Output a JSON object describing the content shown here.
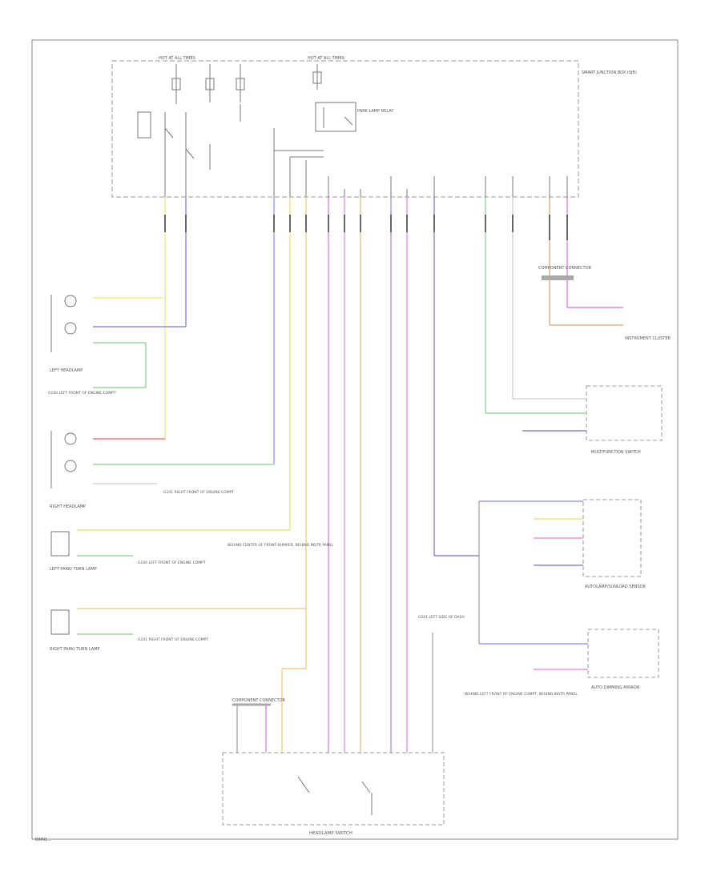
{
  "diagram": {
    "footer_code": "BWN1...",
    "switch_title": "HEADLAMP SWITCH",
    "labels": {
      "top_left_fuse": "HOT AT ALL TIMES",
      "top_mid_fuse": "HOT AT ALL TIMES",
      "bcm_side": "SMART JUNCTION BOX (SJB)",
      "relay_inner": "PARK LAMP RELAY",
      "left_headlamp": "LEFT HEADLAMP",
      "right_headlamp": "RIGHT HEADLAMP",
      "left_park": "LEFT PARK/ TURN LAMP",
      "right_park": "RIGHT PARK/ TURN LAMP",
      "left_ground": "G100 LEFT FRONT OF ENGINE COMPT",
      "right_ground": "G101 RIGHT FRONT OF ENGINE COMPT",
      "ground_park_l": "G100 LEFT FRONT OF ENGINE COMPT",
      "ground_park_r": "G101 RIGHT FRONT OF ENGINE COMPT",
      "splice_note_left": "BEHIND CENTER OF FRONT BUMPER, BEHIND INSTR PANEL",
      "splice_note_right": "BEHIND LEFT FRONT OF ENGINE COMPT, BEHIND INSTR PANEL",
      "cluster": "INSTRUMENT CLUSTER",
      "cluster_conn": "COMPONENT CONNECTOR",
      "multifunction": "MULTIFUNCTION SWITCH",
      "autolamp": "AUTOLAMP/SUNLOAD SENSOR",
      "autolamp_note": "AUTO DIMMING MIRROR",
      "ground_left_mid": "G201 LEFT SIDE OF DASH",
      "splice_conn": "COMPONENT CONNECTOR",
      "headlamp_switch_conn": "COMPONENT CONNECTOR"
    }
  }
}
